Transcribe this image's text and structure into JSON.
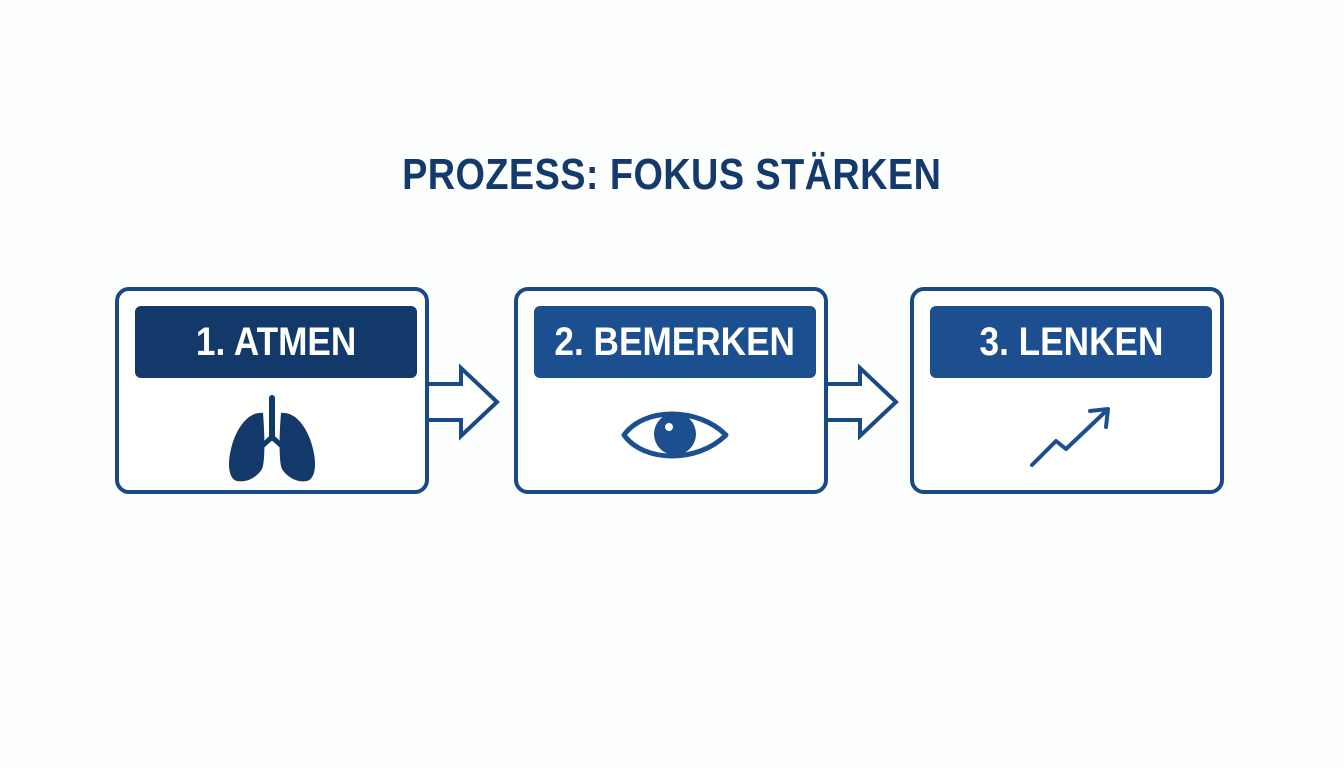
{
  "title": "PROZESS: FOKUS STÄRKEN",
  "steps": [
    {
      "label": "1. ATMEN",
      "icon": "lungs-icon"
    },
    {
      "label": "2. BEMERKEN",
      "icon": "eye-icon"
    },
    {
      "label": "3. LENKEN",
      "icon": "trend-up-arrow-icon"
    }
  ],
  "colors": {
    "primary_dark": "#13386a",
    "primary": "#1b4f8f",
    "border": "#1a4a86",
    "background": "#ffffff"
  }
}
